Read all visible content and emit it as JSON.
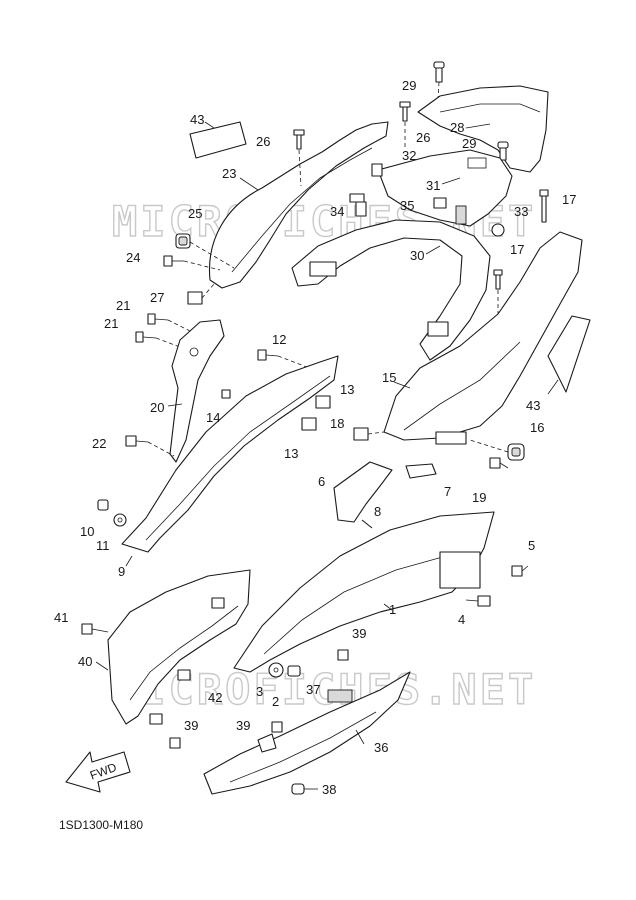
{
  "drawing_code": "1SD1300-M180",
  "watermark": "MICROFICHES.NET",
  "fwd_label": "FWD",
  "callouts": [
    "1",
    "2",
    "3",
    "4",
    "5",
    "6",
    "7",
    "8",
    "9",
    "10",
    "11",
    "12",
    "13",
    "13",
    "14",
    "15",
    "16",
    "17",
    "17",
    "18",
    "19",
    "20",
    "21",
    "21",
    "22",
    "23",
    "24",
    "25",
    "26",
    "26",
    "27",
    "28",
    "29",
    "29",
    "30",
    "31",
    "32",
    "33",
    "34",
    "35",
    "36",
    "37",
    "38",
    "39",
    "39",
    "39",
    "40",
    "41",
    "42",
    "43",
    "43"
  ]
}
